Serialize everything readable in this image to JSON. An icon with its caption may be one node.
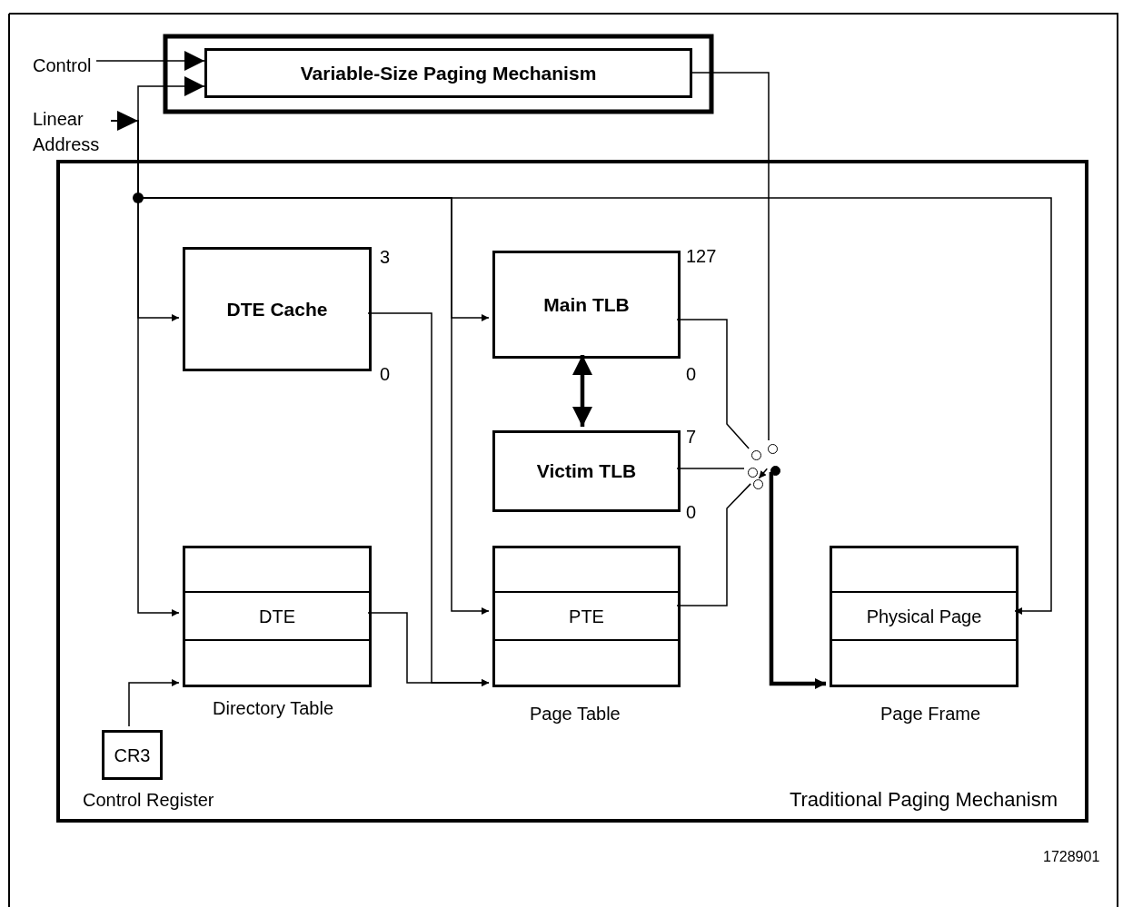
{
  "diagram": {
    "nodes": [
      {
        "text": [
          "Variable-Size Paging Mechanism"
        ]
      },
      {
        "text": [
          "Traditional Paging Mechanism"
        ]
      },
      {
        "text": [
          "DTE Cache"
        ],
        "in": 1,
        "beside": [
          "3",
          "0"
        ]
      },
      {
        "text": [
          "Main TLB"
        ],
        "in": 1,
        "beside": [
          "127",
          "0"
        ]
      },
      {
        "text": [
          "Victim TLB"
        ],
        "in": 1,
        "beside": [
          "7",
          "0"
        ]
      },
      {
        "text": [
          "DTE"
        ],
        "in": 1,
        "beside": [
          "Directory Table"
        ]
      },
      {
        "text": [
          "PTE"
        ],
        "in": 1,
        "beside": [
          "Page Table"
        ]
      },
      {
        "text": [
          "Physical Page"
        ],
        "in": 1,
        "beside": [
          "Page Frame"
        ]
      },
      {
        "text": [
          "CR3"
        ],
        "in": 1,
        "beside": [
          "Control Register"
        ]
      },
      {
        "text": [
          "Control"
        ]
      },
      {
        "text": [
          "Linear Address"
        ]
      },
      {
        "text": [],
        "shape": "circle",
        "in": 1
      },
      {
        "text": [],
        "shape": "circle",
        "in": 1
      },
      {
        "text": [],
        "shape": "circle",
        "in": 1
      },
      {
        "text": [],
        "shape": "circle",
        "in": 1
      },
      {
        "text": [],
        "shape": "dot",
        "in": 1
      }
    ],
    "edges": [
      {
        "from": 9,
        "to": 0,
        "arrow": "to"
      },
      {
        "from": 10,
        "to": 0,
        "arrow": "to"
      },
      {
        "from": 10,
        "to": 2,
        "arrow": "to"
      },
      {
        "from": 10,
        "to": 5,
        "arrow": "to"
      },
      {
        "from": 10,
        "to": 3,
        "arrow": "to"
      },
      {
        "from": 10,
        "to": 6,
        "arrow": "to"
      },
      {
        "from": 10,
        "to": 7,
        "arrow": "to"
      },
      {
        "from": 8,
        "to": 5,
        "arrow": "to"
      },
      {
        "from": 2,
        "to": 6,
        "arrow": "to"
      },
      {
        "from": 5,
        "to": 6,
        "arrow": "to"
      },
      {
        "from": 3,
        "to": 4,
        "arrow": "both",
        "style": "thick"
      },
      {
        "from": 3,
        "to": 11,
        "arrow": "none"
      },
      {
        "from": 0,
        "to": 12,
        "arrow": "none"
      },
      {
        "from": 4,
        "to": 13,
        "arrow": "none"
      },
      {
        "from": 6,
        "to": 14,
        "arrow": "none"
      },
      {
        "from": 15,
        "to": 14,
        "arrow": "to"
      },
      {
        "from": 15,
        "to": 7,
        "arrow": "to",
        "style": "thick"
      }
    ],
    "labels": [
      "1728901"
    ]
  }
}
